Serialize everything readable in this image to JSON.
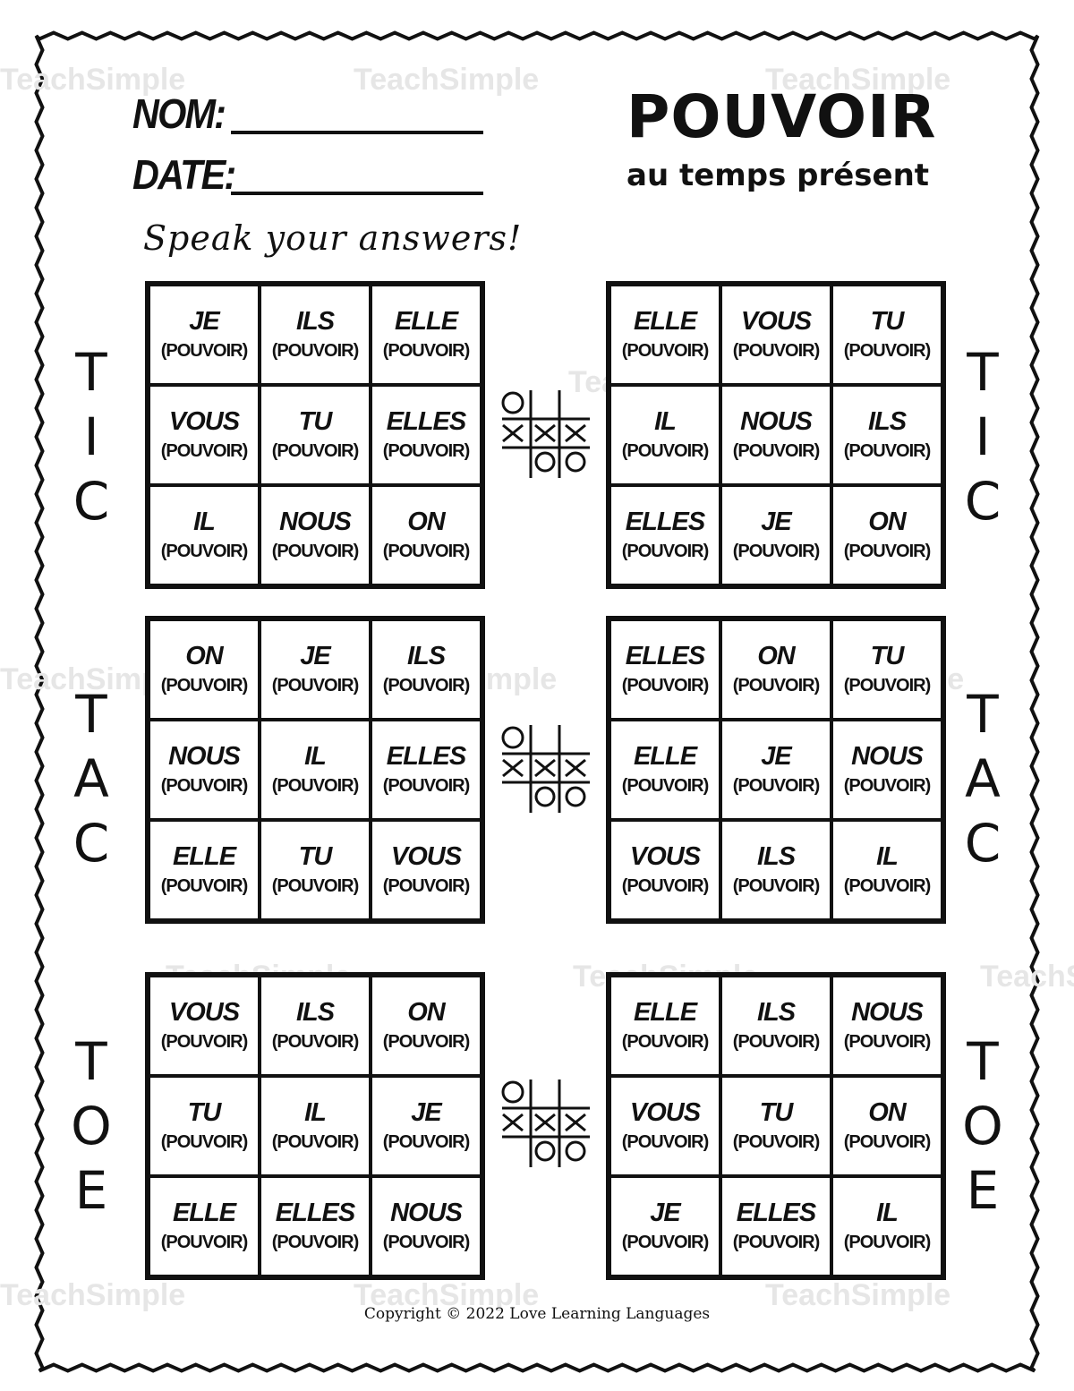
{
  "header": {
    "nom_label": "NOM:",
    "date_label": "DATE:",
    "title": "POUVOIR",
    "subtitle": "au temps présent",
    "instruction": "Speak your answers!"
  },
  "watermark": "TeachSimple",
  "side_words": {
    "tic": [
      "T",
      "I",
      "C"
    ],
    "tac": [
      "T",
      "A",
      "C"
    ],
    "toe": [
      "T",
      "O",
      "E"
    ]
  },
  "verb_label": "(POUVOIR)",
  "grids": [
    {
      "cells": [
        "JE",
        "ILS",
        "ELLE",
        "VOUS",
        "TU",
        "ELLES",
        "IL",
        "NOUS",
        "ON"
      ]
    },
    {
      "cells": [
        "ELLE",
        "VOUS",
        "TU",
        "IL",
        "NOUS",
        "ILS",
        "ELLES",
        "JE",
        "ON"
      ]
    },
    {
      "cells": [
        "ON",
        "JE",
        "ILS",
        "NOUS",
        "IL",
        "ELLES",
        "ELLE",
        "TU",
        "VOUS"
      ]
    },
    {
      "cells": [
        "ELLES",
        "ON",
        "TU",
        "ELLE",
        "JE",
        "NOUS",
        "VOUS",
        "ILS",
        "IL"
      ]
    },
    {
      "cells": [
        "VOUS",
        "ILS",
        "ON",
        "TU",
        "IL",
        "JE",
        "ELLE",
        "ELLES",
        "NOUS"
      ]
    },
    {
      "cells": [
        "ELLE",
        "ILS",
        "NOUS",
        "VOUS",
        "TU",
        "ON",
        "JE",
        "ELLES",
        "IL"
      ]
    }
  ],
  "tic_tac_toe_icon": "tic-tac-toe-icon",
  "copyright": "Copyright © 2022 Love Learning Languages"
}
